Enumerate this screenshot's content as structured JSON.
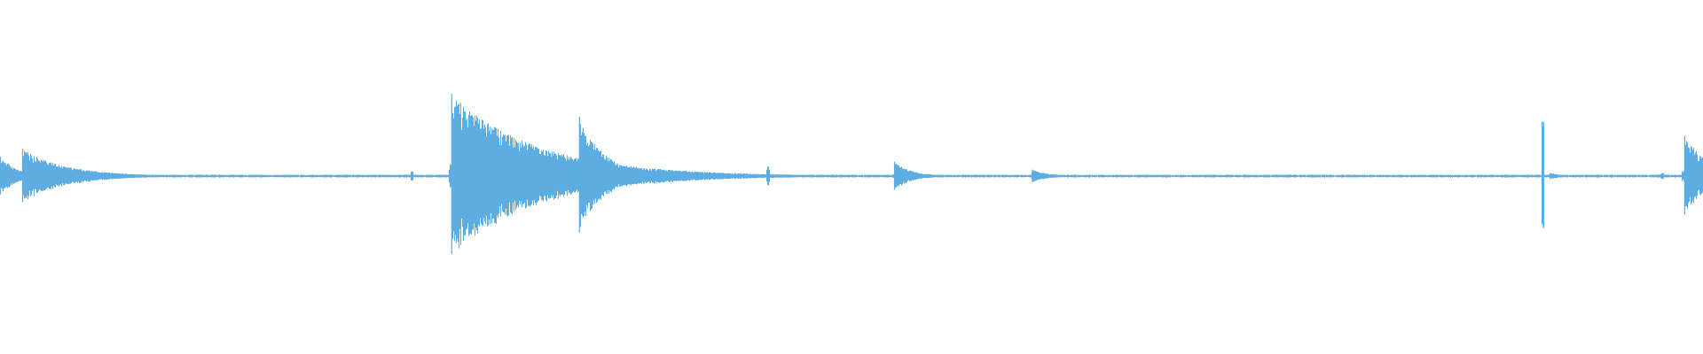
{
  "waveform": {
    "color": "#5dade2",
    "background": "#ffffff",
    "events": [
      {
        "time": 0.0,
        "amplitude": 0.12,
        "decay": 0.01,
        "kind": "decay"
      },
      {
        "time": 0.013,
        "amplitude": 0.17,
        "decay": 0.025,
        "kind": "decay"
      },
      {
        "time": 0.242,
        "amplitude": 0.03,
        "decay": 0.001,
        "kind": "click"
      },
      {
        "time": 0.265,
        "amplitude": 0.51,
        "decay": 0.05,
        "kind": "decay"
      },
      {
        "time": 0.34,
        "amplitude": 0.37,
        "decay": 0.015,
        "kind": "decay"
      },
      {
        "time": 0.451,
        "amplitude": 0.06,
        "decay": 0.001,
        "kind": "click"
      },
      {
        "time": 0.525,
        "amplitude": 0.09,
        "decay": 0.01,
        "kind": "decay"
      },
      {
        "time": 0.606,
        "amplitude": 0.04,
        "decay": 0.01,
        "kind": "decay"
      },
      {
        "time": 0.906,
        "amplitude": 0.34,
        "decay": 0.001,
        "kind": "click"
      },
      {
        "time": 0.91,
        "amplitude": 0.02,
        "decay": 0.008,
        "kind": "decay"
      },
      {
        "time": 0.976,
        "amplitude": 0.02,
        "decay": 0.001,
        "kind": "click"
      },
      {
        "time": 0.989,
        "amplitude": 0.25,
        "decay": 0.015,
        "kind": "decay"
      }
    ],
    "noise_floor": 0.006
  }
}
